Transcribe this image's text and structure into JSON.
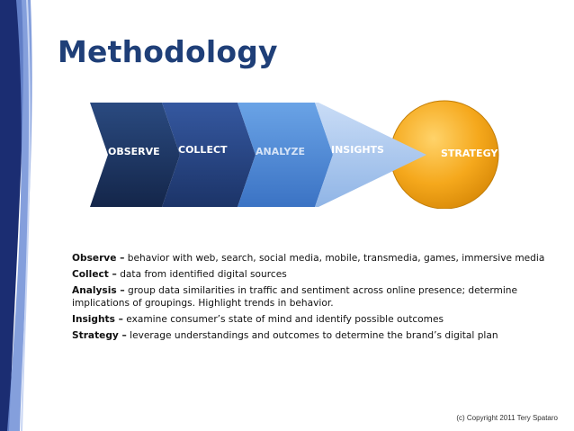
{
  "slide": {
    "title": "Methodology"
  },
  "steps": [
    {
      "label": "OBSERVE"
    },
    {
      "label": "COLLECT"
    },
    {
      "label": "ANALYZE"
    },
    {
      "label": "INSIGHTS"
    },
    {
      "label": "STRATEGY"
    }
  ],
  "descriptions": [
    {
      "term": "Observe –",
      "text": " behavior with web, search, social media, mobile, transmedia, games, immersive media"
    },
    {
      "term": "Collect –",
      "text": " data from identified digital sources"
    },
    {
      "term": "Analysis –",
      "text": " group data similarities in traffic and sentiment across online presence; determine implications of groupings. Highlight trends in behavior."
    },
    {
      "term": "Insights –",
      "text": " examine consumer’s state of mind and identify possible outcomes"
    },
    {
      "term": "Strategy –",
      "text": " leverage understandings and outcomes to determine the brand’s digital plan"
    }
  ],
  "footer": {
    "copyright": "(c) Copyright 2011 Tery Spataro"
  },
  "colors": {
    "title": "#1f3f78",
    "observe": "#1a2f57",
    "collect": "#243f7a",
    "analyze": "#4a86d2",
    "insights": "#a9c8f0",
    "strategy": "#f5a81c",
    "band_dark": "#1b2d72",
    "band_light": "#5b78c4"
  }
}
